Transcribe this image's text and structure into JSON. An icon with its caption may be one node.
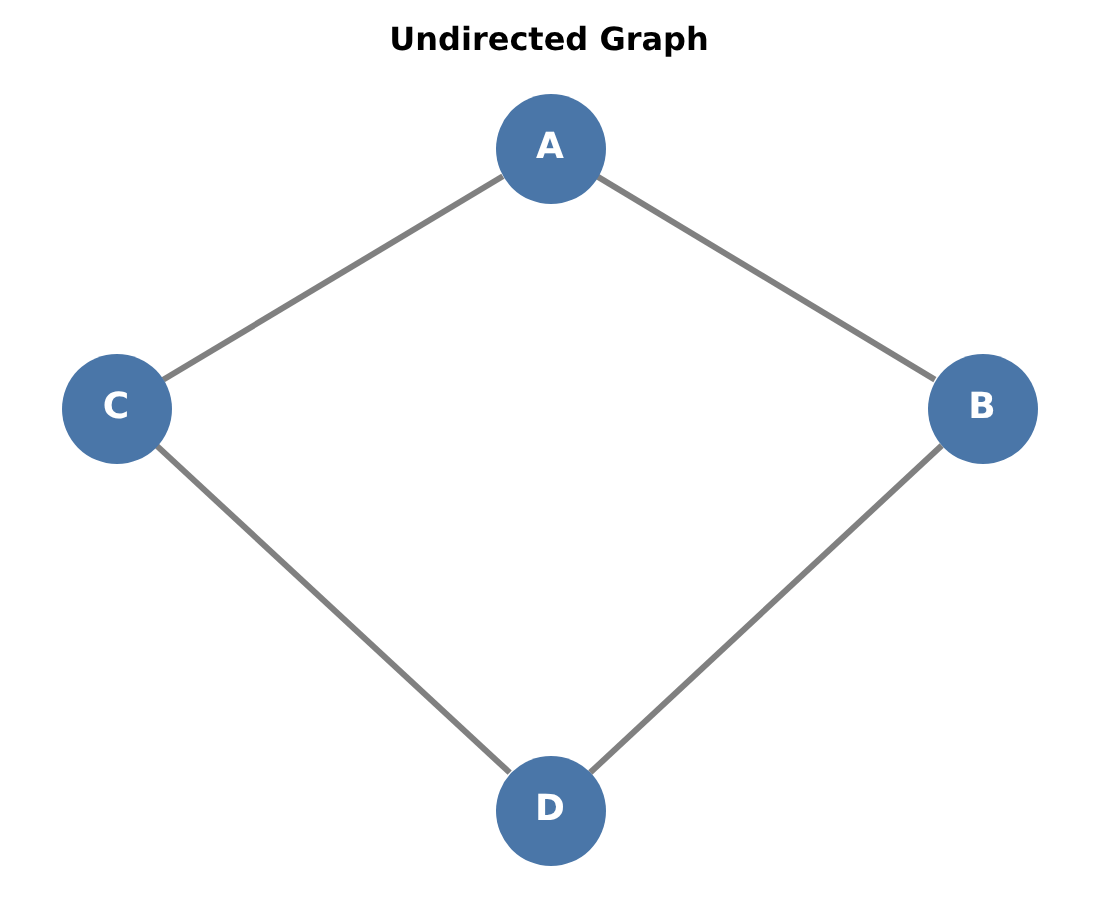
{
  "diagram": {
    "title": "Undirected Graph",
    "nodes": [
      {
        "text": [
          "A"
        ]
      },
      {
        "text": [
          "C"
        ]
      },
      {
        "text": [
          "B"
        ]
      },
      {
        "text": [
          "D"
        ]
      }
    ],
    "edges": [
      {
        "from": 0,
        "to": 1,
        "arrow": "none"
      },
      {
        "from": 0,
        "to": 2,
        "arrow": "none"
      },
      {
        "from": 1,
        "to": 3,
        "arrow": "none"
      },
      {
        "from": 2,
        "to": 3,
        "arrow": "none"
      }
    ]
  }
}
